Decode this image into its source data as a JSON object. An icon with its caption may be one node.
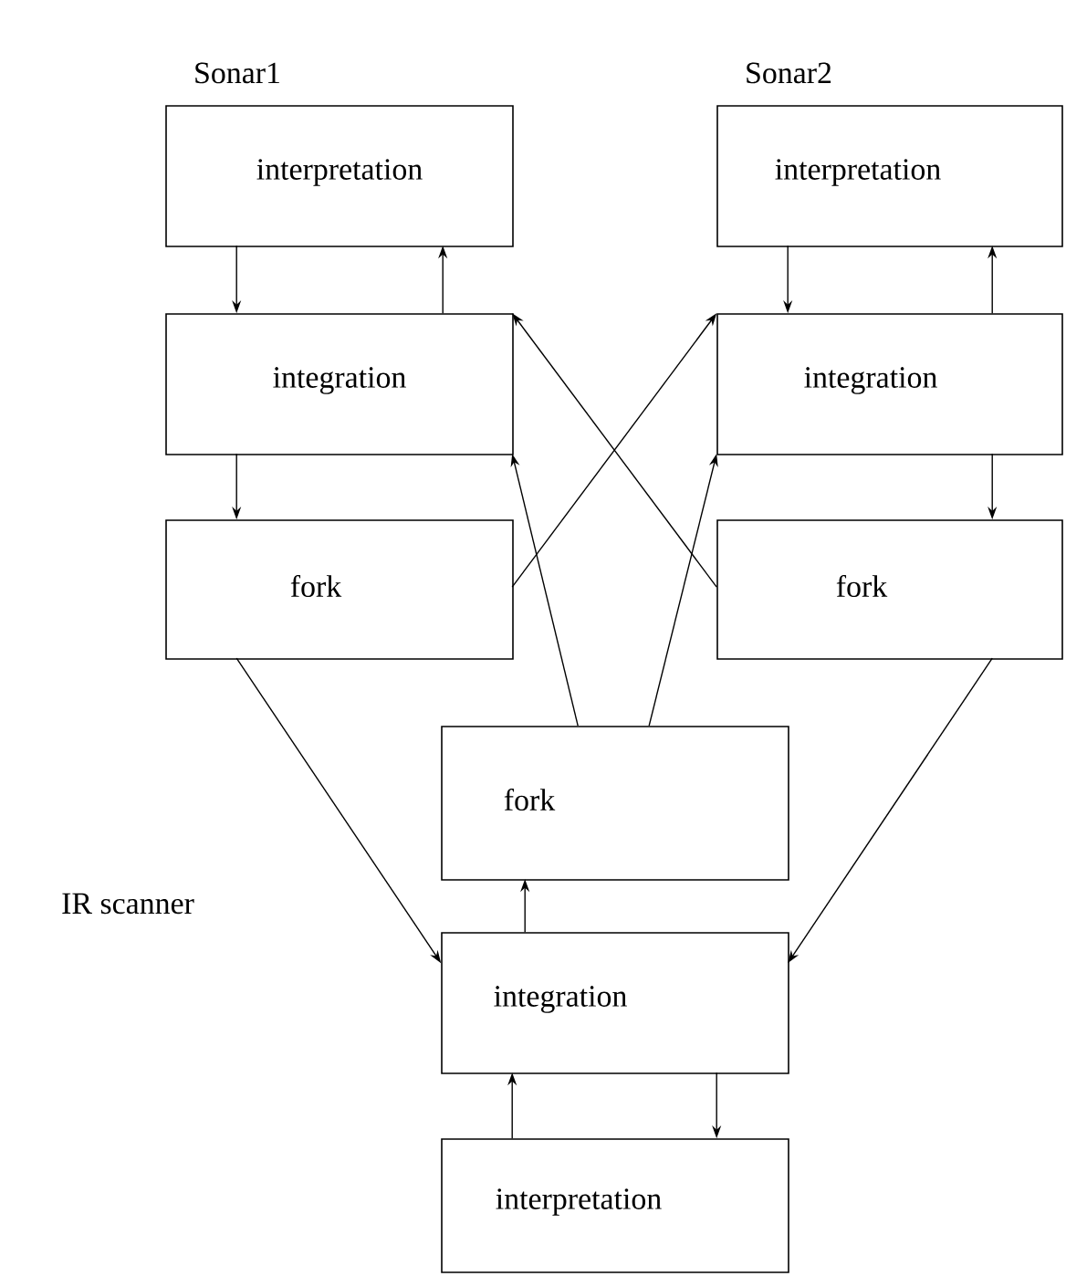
{
  "diagram": {
    "nodes": [
      {
        "text": [
          "interpretation"
        ],
        "beside": [
          "Sonar1"
        ]
      },
      {
        "text": [
          "integration"
        ]
      },
      {
        "text": [
          "fork"
        ]
      },
      {
        "text": [
          "interpretation"
        ],
        "beside": [
          "Sonar2"
        ]
      },
      {
        "text": [
          "integration"
        ]
      },
      {
        "text": [
          "fork"
        ]
      },
      {
        "text": [
          "fork"
        ]
      },
      {
        "text": [
          "integration"
        ]
      },
      {
        "text": [
          "interpretation"
        ]
      }
    ],
    "edges": [
      {
        "from": 0,
        "to": 1,
        "arrow": "to"
      },
      {
        "from": 1,
        "to": 0,
        "arrow": "to"
      },
      {
        "from": 1,
        "to": 2,
        "arrow": "to"
      },
      {
        "from": 3,
        "to": 4,
        "arrow": "to"
      },
      {
        "from": 4,
        "to": 3,
        "arrow": "to"
      },
      {
        "from": 4,
        "to": 5,
        "arrow": "to"
      },
      {
        "from": 2,
        "to": 4,
        "arrow": "to"
      },
      {
        "from": 5,
        "to": 1,
        "arrow": "to"
      },
      {
        "from": 6,
        "to": 1,
        "arrow": "to"
      },
      {
        "from": 6,
        "to": 4,
        "arrow": "to"
      },
      {
        "from": 2,
        "to": 7,
        "arrow": "to"
      },
      {
        "from": 5,
        "to": 7,
        "arrow": "to"
      },
      {
        "from": 7,
        "to": 6,
        "arrow": "to"
      },
      {
        "from": 8,
        "to": 7,
        "arrow": "to"
      },
      {
        "from": 7,
        "to": 8,
        "arrow": "to"
      }
    ],
    "labels": [
      "IR scanner"
    ]
  }
}
